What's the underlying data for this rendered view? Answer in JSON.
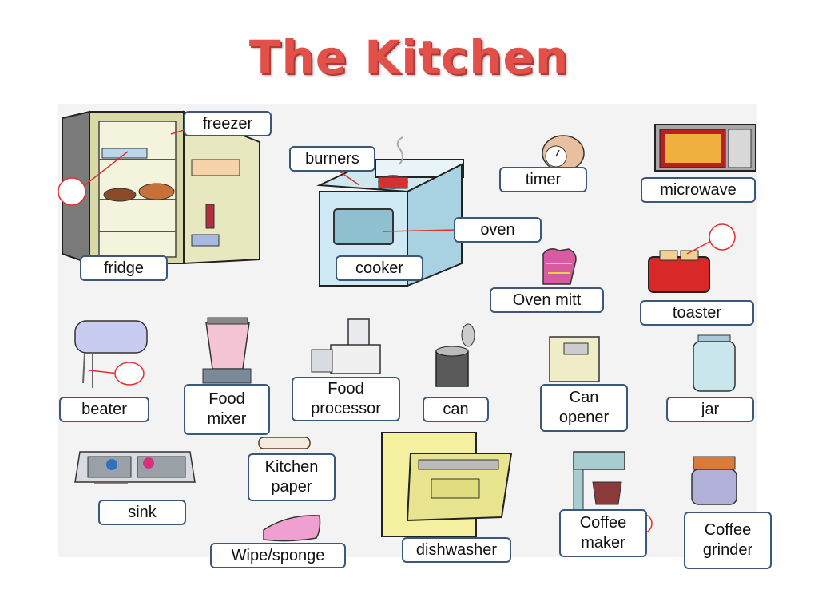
{
  "title": "The Kitchen",
  "labels": {
    "freezer": "freezer",
    "fridge": "fridge",
    "burners": "burners",
    "cooker": "cooker",
    "oven": "oven",
    "timer": "timer",
    "microwave": "microwave",
    "oven_mitt": "Oven mitt",
    "toaster": "toaster",
    "beater": "beater",
    "food_mixer": [
      "Food",
      "mixer"
    ],
    "food_processor": [
      "Food",
      "processor"
    ],
    "can": "can",
    "can_opener": [
      "Can",
      "opener"
    ],
    "jar": "jar",
    "sink": "sink",
    "kitchen_paper": [
      "Kitchen",
      "paper"
    ],
    "dishwasher": "dishwasher",
    "coffee_maker": [
      "Coffee",
      "maker"
    ],
    "coffee_grinder": [
      "Coffee",
      "grinder"
    ],
    "wipe_sponge": "Wipe/sponge"
  }
}
